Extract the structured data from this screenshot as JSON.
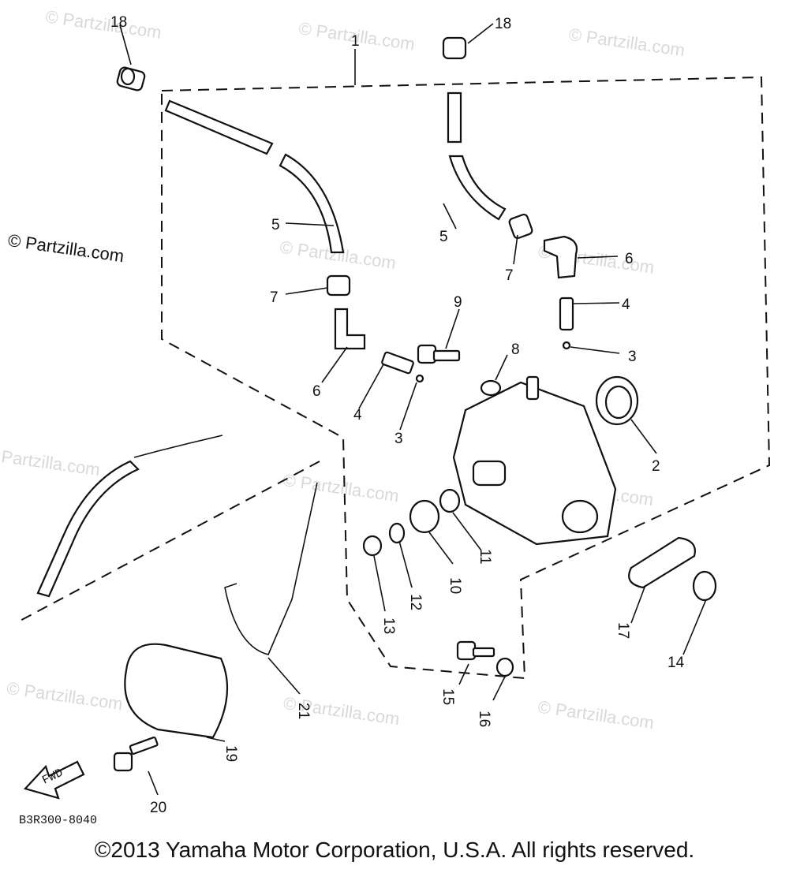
{
  "watermark": "© Partzilla.com",
  "watermark_side": "© Partzilla.com",
  "diagram_code": "B3R300-8040",
  "copyright": "©2013 Yamaha Motor Corporation, U.S.A. All rights reserved.",
  "fwd_label": "FWD",
  "callouts": {
    "c1": "1",
    "c2": "2",
    "c3a": "3",
    "c3b": "3",
    "c4a": "4",
    "c4b": "4",
    "c5a": "5",
    "c5b": "5",
    "c6a": "6",
    "c6b": "6",
    "c7a": "7",
    "c7b": "7",
    "c8": "8",
    "c9": "9",
    "c10": "10",
    "c11": "11",
    "c12": "12",
    "c13": "13",
    "c14": "14",
    "c15": "15",
    "c16": "16",
    "c17": "17",
    "c18a": "18",
    "c18b": "18",
    "c19": "19",
    "c20": "20",
    "c21": "21"
  }
}
